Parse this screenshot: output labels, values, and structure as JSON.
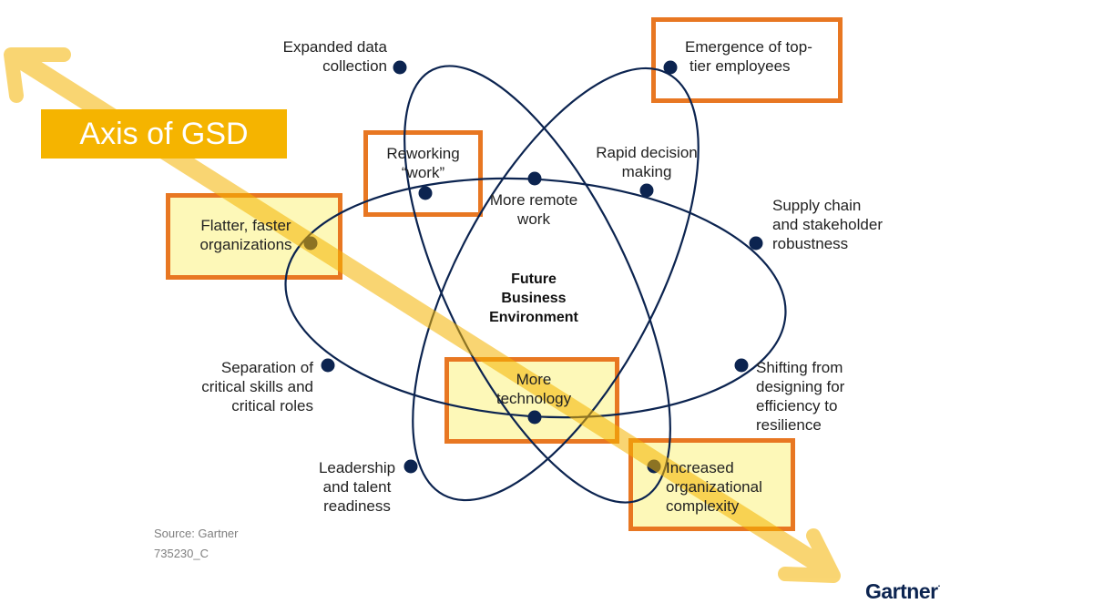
{
  "diagram": {
    "center_label": [
      "Future",
      "Business",
      "Environment"
    ],
    "axis_label": "Axis of GSD",
    "nodes": [
      {
        "id": "expanded-data",
        "lines": [
          "Expanded data",
          "collection"
        ]
      },
      {
        "id": "top-tier",
        "lines": [
          "Emergence of top-",
          "tier employees"
        ]
      },
      {
        "id": "reworking",
        "lines": [
          "Reworking",
          "“work”"
        ]
      },
      {
        "id": "rapid-decision",
        "lines": [
          "Rapid decision",
          "making"
        ]
      },
      {
        "id": "remote-work",
        "lines": [
          "More remote",
          "work"
        ]
      },
      {
        "id": "flatter",
        "lines": [
          "Flatter, faster",
          "organizations"
        ]
      },
      {
        "id": "supply-chain",
        "lines": [
          "Supply chain",
          "and stakeholder",
          "robustness"
        ]
      },
      {
        "id": "separation",
        "lines": [
          "Separation of",
          "critical skills and",
          "critical roles"
        ]
      },
      {
        "id": "more-technology",
        "lines": [
          "More",
          "technology"
        ]
      },
      {
        "id": "shifting",
        "lines": [
          "Shifting from",
          "designing for",
          "efficiency to",
          "resilience"
        ]
      },
      {
        "id": "leadership",
        "lines": [
          "Leadership",
          "and talent",
          "readiness"
        ]
      },
      {
        "id": "complexity",
        "lines": [
          "Increased",
          "organizational",
          "complexity"
        ]
      }
    ],
    "colors": {
      "orbit": "#0c2450",
      "node": "#0c2450",
      "highlight_border": "#e87722",
      "highlight_fill": "#fdf8b8",
      "axis": "#f5b400"
    }
  },
  "footer": {
    "source": "Source: Gartner",
    "code": "735230_C",
    "brand": "Gartner"
  }
}
